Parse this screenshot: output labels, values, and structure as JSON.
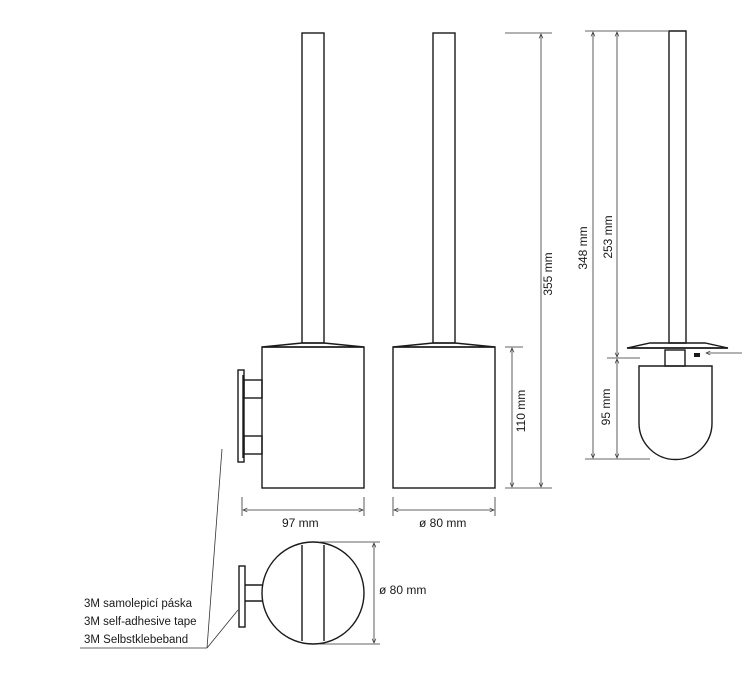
{
  "dimensions": {
    "side_width": "97 mm",
    "front_diameter": "ø 80 mm",
    "top_diameter": "ø 80 mm",
    "total_height": "355 mm",
    "cup_height": "110 mm",
    "brush_total": "348 mm",
    "handle_length": "253 mm",
    "brush_head": "95 mm"
  },
  "legend": {
    "line1": "3M samolepicí páska",
    "line2": "3M self-adhesive tape",
    "line3": "3M Selbstklebeband"
  }
}
